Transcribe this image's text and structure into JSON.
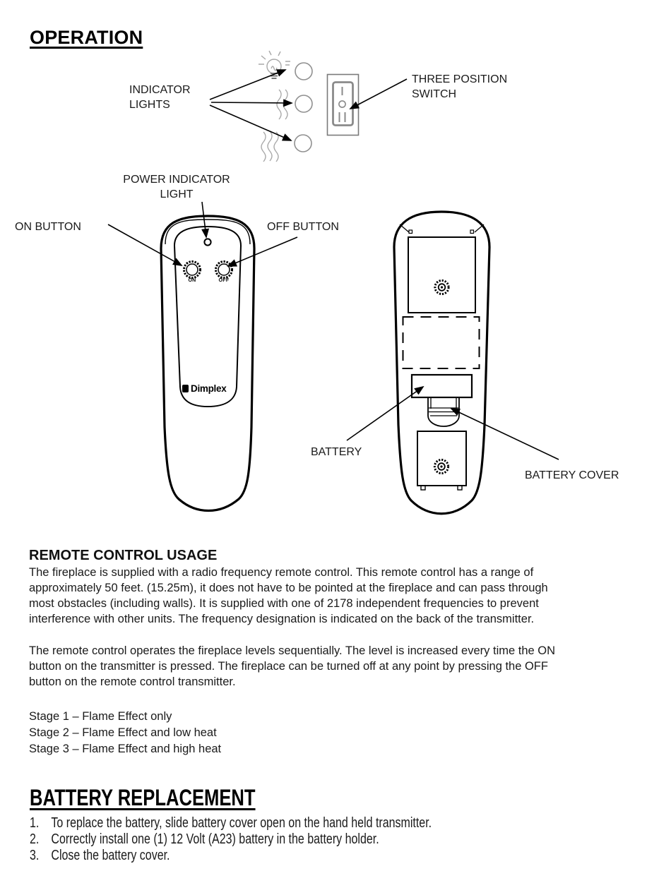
{
  "headings": {
    "operation": "OPERATION",
    "battery_replacement": "BATTERY REPLACEMENT"
  },
  "diagram": {
    "labels": {
      "indicator_lights": "INDICATOR\nLIGHTS",
      "three_position_switch": "THREE POSITION\nSWITCH",
      "power_indicator_light": "POWER INDICATOR\nLIGHT",
      "on_button": "ON BUTTON",
      "off_button": "OFF BUTTON",
      "battery": "BATTERY",
      "battery_cover": "BATTERY COVER"
    },
    "remote_front": {
      "on_caption": "ON",
      "off_caption": "OFF",
      "brand": "Dimplex"
    }
  },
  "sections": {
    "usage": {
      "heading": "REMOTE CONTROL USAGE",
      "para1": "The fireplace is supplied with a radio frequency remote control. This remote control has a range of\napproximately 50 feet. (15.25m), it does not have to be pointed at the fireplace and can pass through\nmost obstacles (including walls). It is supplied with one of 2178 independent frequencies to prevent\ninterference with other units. The frequency designation is indicated on the back of the transmitter.",
      "para2": "The remote control operates the fireplace levels sequentially. The level is increased every time the ON\nbutton on the transmitter is pressed. The fireplace can be turned off at any point by pressing the OFF\nbutton on the remote control transmitter.",
      "stages": "Stage 1 – Flame Effect only\nStage 2 – Flame Effect and low heat\nStage 3 – Flame Effect and high heat"
    },
    "battery_replacement": {
      "steps": [
        {
          "num": "1.",
          "text": "To replace the battery, slide battery cover open on the hand held transmitter."
        },
        {
          "num": "2.",
          "text": "Correctly install one (1) 12 Volt (A23) battery in the battery holder."
        },
        {
          "num": "3.",
          "text": "Close the battery cover."
        }
      ]
    }
  },
  "colors": {
    "ink": "#000000",
    "body_text": "#1a1a1a",
    "sketch_gray": "#a8a8a8",
    "switch_gray": "#7a7a7a"
  }
}
